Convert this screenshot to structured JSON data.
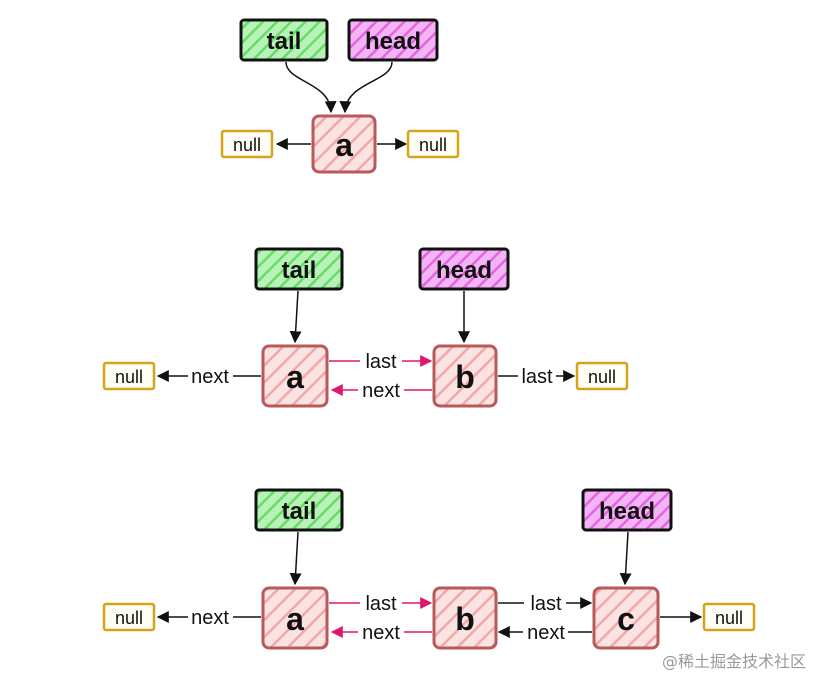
{
  "colors": {
    "tail_fill": "#b9f2b9",
    "tail_hatch": "#66dd66",
    "head_fill": "#f4b3f4",
    "head_hatch": "#e266e2",
    "node_fill": "#f8d2d2",
    "node_hatch": "#f0a8a8",
    "node_stroke": "#b85a5a",
    "null_stroke": "#d6a21a",
    "last_arrow": "#e0176c",
    "black": "#111111"
  },
  "labels": {
    "tail": "tail",
    "head": "head",
    "null": "null",
    "next": "next",
    "last": "last"
  },
  "nodes": {
    "a": "a",
    "b": "b",
    "c": "c"
  },
  "watermark": "@稀土掘金技术社区"
}
